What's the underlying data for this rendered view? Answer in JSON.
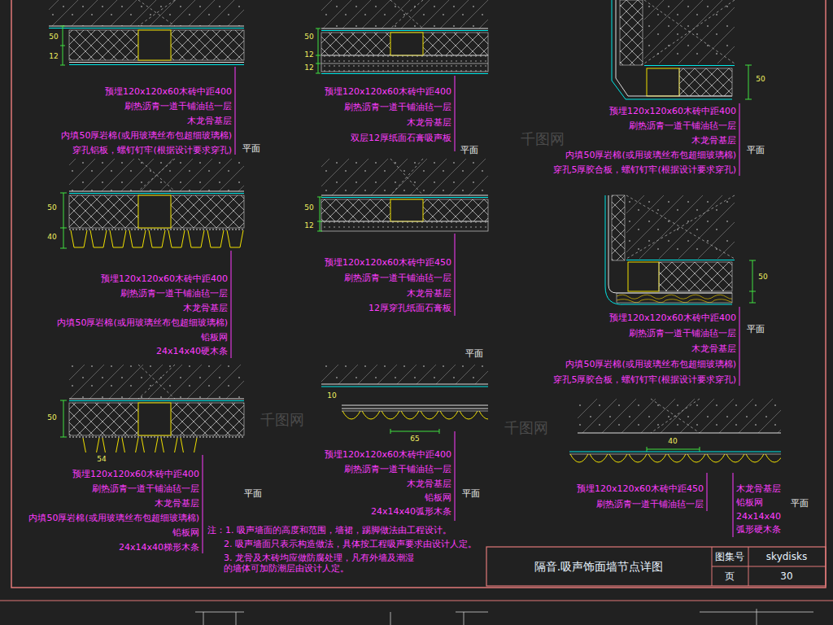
{
  "diagram": {
    "title": "隔音.吸声饰面墙节点详图",
    "labels": [
      "50",
      "12",
      "预埋120x120x60木砖中距400",
      "刷热沥青一道干铺油毡一层",
      "木龙骨基层",
      "内填50厚岩棉(或用玻璃丝布包超细玻璃棉)",
      "穿孔铝板，螺钉钉牢(根据设计要求穿孔)",
      "平面",
      "50",
      "12",
      "12",
      "预埋120x120x60木砖中距400",
      "刷热沥青一道干铺油毡一层",
      "木龙骨基层",
      "双层12厚纸面石膏吸声板",
      "平面",
      "50",
      "预埋120x120x60木砖中距400",
      "刷热沥青一道干铺油毡一层",
      "木龙骨基层",
      "内填50厚岩棉(或用玻璃丝布包超细玻璃棉)",
      "穿孔5厚胶合板，螺钉钉牢(根据设计要求穿孔)",
      "平面",
      "50",
      "40",
      "预埋120x120x60木砖中距400",
      "刷热沥青一道干铺油毡一层",
      "木龙骨基层",
      "内填50厚岩棉(或用玻璃丝布包超细玻璃棉)",
      "铅板网",
      "24x14x40硬木条",
      "50",
      "12",
      "预埋120x120x60木砖中距450",
      "刷热沥青一道干铺油毡一层",
      "木龙骨基层",
      "12厚穿孔纸面石膏板",
      "平面",
      "50",
      "预埋120x120x60木砖中距400",
      "刷热沥青一道干铺油毡一层",
      "木龙骨基层",
      "内填50厚岩棉(或用玻璃丝布包超细玻璃棉)",
      "穿孔5厚胶合板，螺钉钉牢(根据设计要求穿孔)",
      "平面",
      "50",
      "54",
      "预埋120x120x60木砖中距400",
      "刷热沥青一道干铺油毡一层",
      "木龙骨基层",
      "内填50厚岩棉(或用玻璃丝布包超细玻璃棉)",
      "铅板网",
      "24x14x40梯形木条",
      "平面",
      "10",
      "65",
      "预埋120x120x60木砖中距400",
      "刷热沥青一道干铺油毡一层",
      "木龙骨基层",
      "铅板网",
      "24x14x40弧形木条",
      "平面",
      "40",
      "预埋120x120x60木砖中距450",
      "刷热沥青一道干铺油毡一层",
      "木龙骨基层",
      "铅板网",
      "24x14x40",
      "弧形硬木条",
      "平面",
      "注：1. 吸声墙面的高度和范围，墙裙，踢脚做法由工程设计。",
      "2. 吸声墙面只表示构造做法，具体按工程吸声要求由设计人定。",
      "3. 龙骨及木砖均应做防腐处理，凡有外墙及潮湿的墙体可加防潮层由设计人定。",
      "图集号",
      "skydisks",
      "页",
      "30",
      "千图网",
      "千图网",
      "千图网"
    ]
  }
}
